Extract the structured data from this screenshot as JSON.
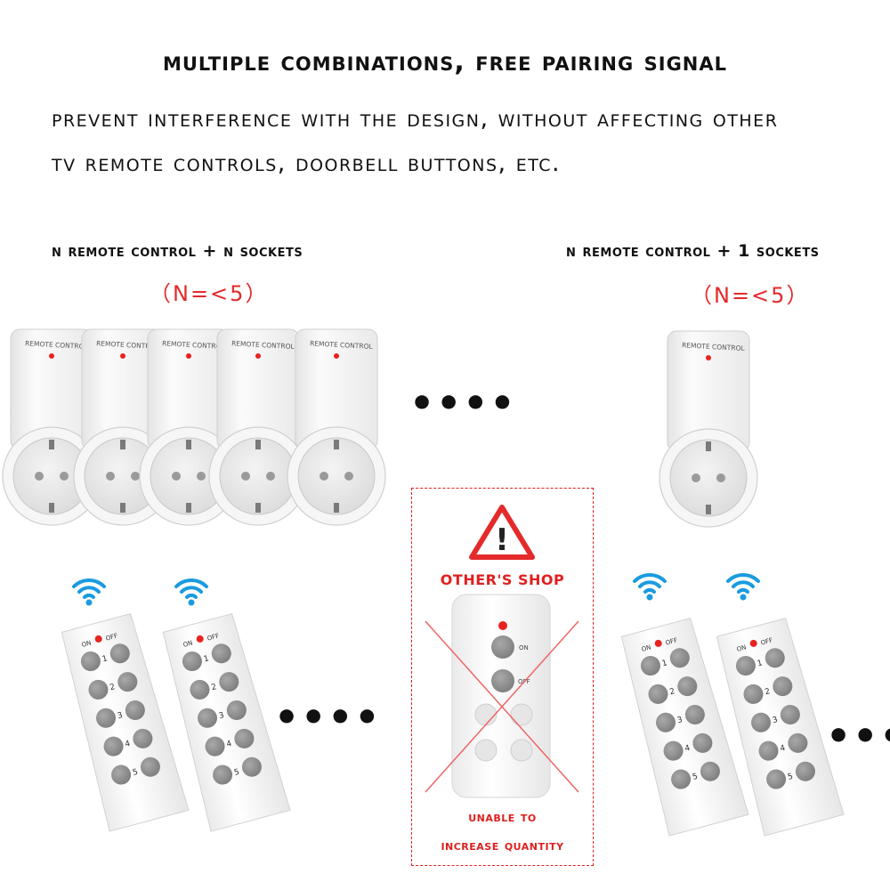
{
  "header": {
    "title": "Multiple combinations, free pairing signal",
    "line1": "Prevent interference with the design, without affecting other",
    "line2": "TV remote controls, doorbell buttons, etc."
  },
  "left_section": {
    "label": "n remote control + N sockets",
    "note": "（N=<5）",
    "socket_text": "REMOTE CONTROL",
    "dots": "••••"
  },
  "right_section": {
    "label": "n remote control + 1 sockets",
    "note": "（N=<5）",
    "socket_text": "REMOTE CONTROL",
    "dots": "••••"
  },
  "middle_section": {
    "warning_symbol": "!",
    "shop_label": "OTHER'S SHOP",
    "remote_on": "ON",
    "remote_off": "OFF",
    "caption_line1": "Unable to",
    "caption_line2": "increase quantity"
  },
  "remote": {
    "on": "ON",
    "off": "OFF",
    "numbers": [
      "1",
      "2",
      "3",
      "4",
      "5"
    ]
  },
  "icons": {
    "wifi": "wifi-icon",
    "warning": "warning-triangle-icon",
    "cross": "cross-out-icon"
  },
  "colors": {
    "accent_red": "#e42a2a",
    "wifi_blue": "#1a9be0",
    "button_gray": "#8a8a8a",
    "led_red": "#e8231f"
  }
}
